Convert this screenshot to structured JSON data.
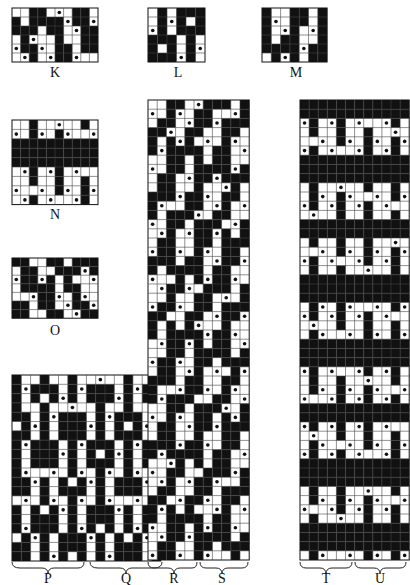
{
  "diagram": {
    "labels": [
      "K",
      "L",
      "M",
      "N",
      "O",
      "P",
      "Q",
      "R",
      "S",
      "T",
      "U"
    ]
  }
}
